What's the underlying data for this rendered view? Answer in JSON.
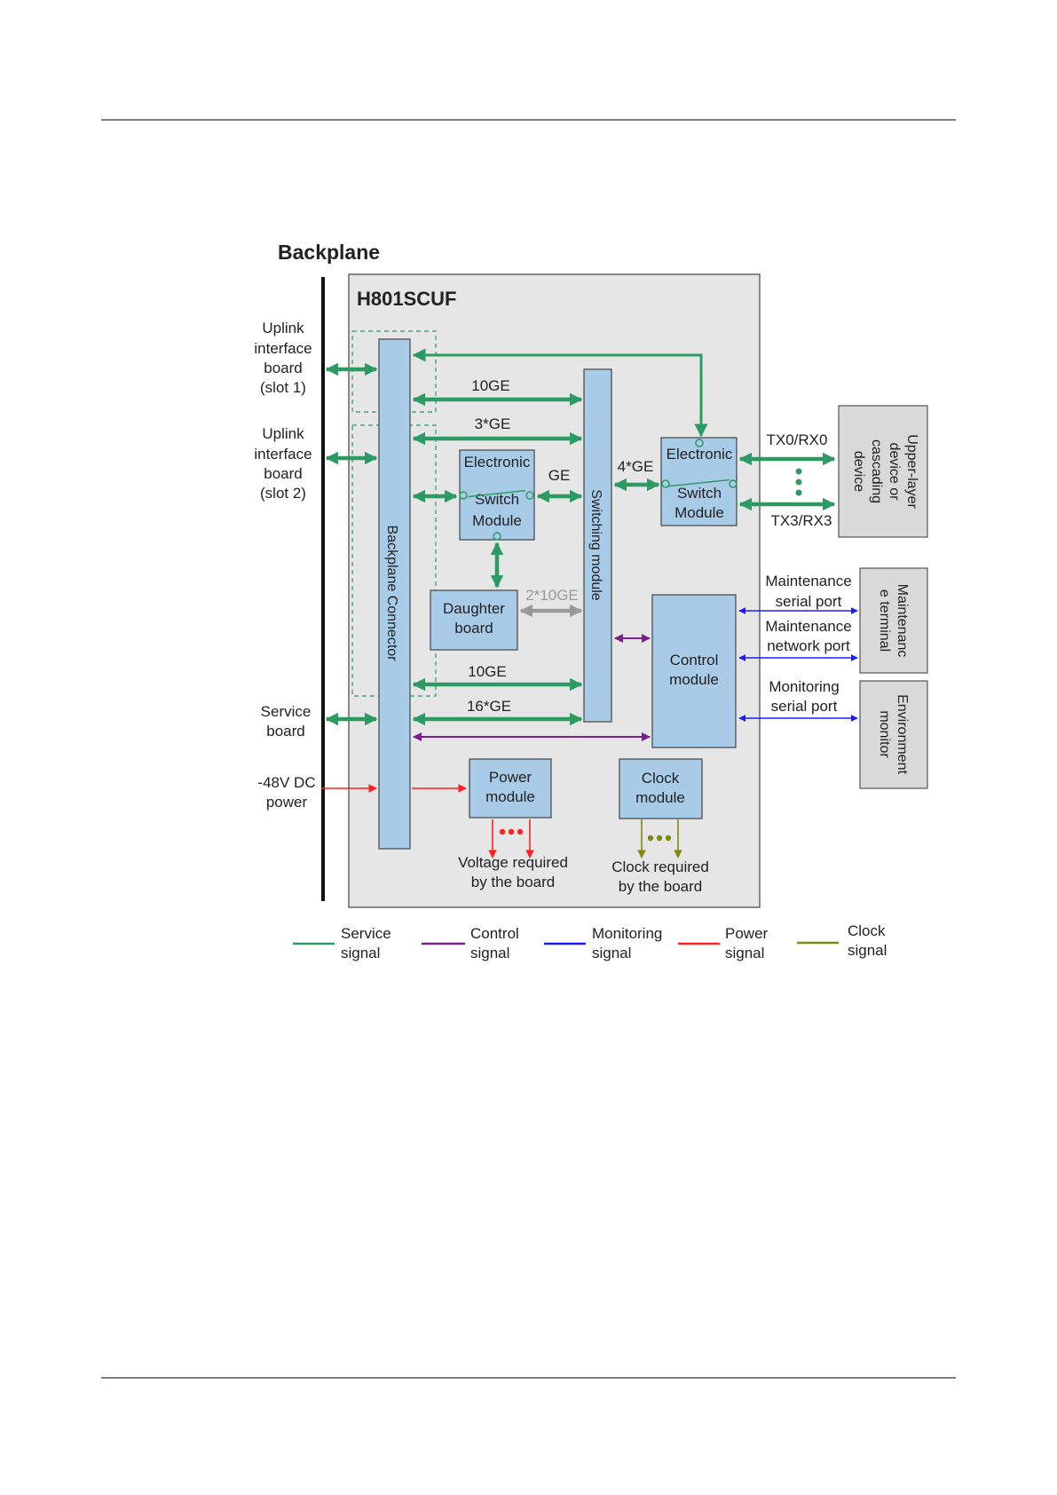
{
  "colors": {
    "service": "#2e9a63",
    "control": "#7a1f8c",
    "monitoring": "#1a1aff",
    "power": "#ff2020",
    "clock": "#7f8a10",
    "gray_link": "#9a9a9a",
    "module_fill": "#a8cbe8",
    "board_fill": "#e6e6e6",
    "ext_fill": "#d9d9d9"
  },
  "diagram": {
    "backplane_title": "Backplane",
    "board_title": "H801SCUF",
    "left_labels": {
      "uplink1": [
        "Uplink",
        "interface",
        "board",
        "(slot 1)"
      ],
      "uplink2": [
        "Uplink",
        "interface",
        "board",
        "(slot 2)"
      ],
      "service": [
        "Service",
        "board"
      ],
      "power": [
        "-48V DC",
        "power"
      ]
    },
    "modules": {
      "backplane_connector": "Backplane Connector",
      "switching_module": "Switching module",
      "esm_left": [
        "Electronic",
        "Switch",
        "Module"
      ],
      "esm_right": [
        "Electronic",
        "Switch",
        "Module"
      ],
      "daughter_board": [
        "Daughter",
        "board"
      ],
      "control_module": [
        "Control",
        "module"
      ],
      "power_module": [
        "Power",
        "module"
      ],
      "clock_module": [
        "Clock",
        "module"
      ]
    },
    "link_labels": {
      "l10ge_top": "10GE",
      "l3ge": "3*GE",
      "lge": "GE",
      "l4ge": "4*GE",
      "l2x10ge": "2*10GE",
      "l10ge_bottom": "10GE",
      "l16ge": "16*GE",
      "tx0": "TX0/RX0",
      "tx3": "TX3/RX3",
      "maint_serial": [
        "Maintenance",
        "serial port"
      ],
      "maint_network": [
        "Maintenance",
        "network port"
      ],
      "monitor_serial": [
        "Monitoring",
        "serial port"
      ],
      "voltage": [
        "Voltage required",
        "by the board"
      ],
      "clock_req": [
        "Clock required",
        "by the board"
      ]
    },
    "external": {
      "upper_layer": [
        "Upper-layer",
        "device or",
        "cascading",
        "device"
      ],
      "maint_terminal": [
        "Maintenanc",
        "e terminal"
      ],
      "env_monitor": [
        "Environment",
        "monitor"
      ]
    }
  },
  "legend": [
    {
      "label": [
        "Service",
        "signal"
      ],
      "color": "#2e9a63"
    },
    {
      "label": [
        "Control",
        "signal"
      ],
      "color": "#7a1f8c"
    },
    {
      "label": [
        "Monitoring",
        "signal"
      ],
      "color": "#1a1aff"
    },
    {
      "label": [
        "Power",
        "signal"
      ],
      "color": "#ff2020"
    },
    {
      "label": [
        "Clock",
        "signal"
      ],
      "color": "#7f8a10"
    }
  ]
}
